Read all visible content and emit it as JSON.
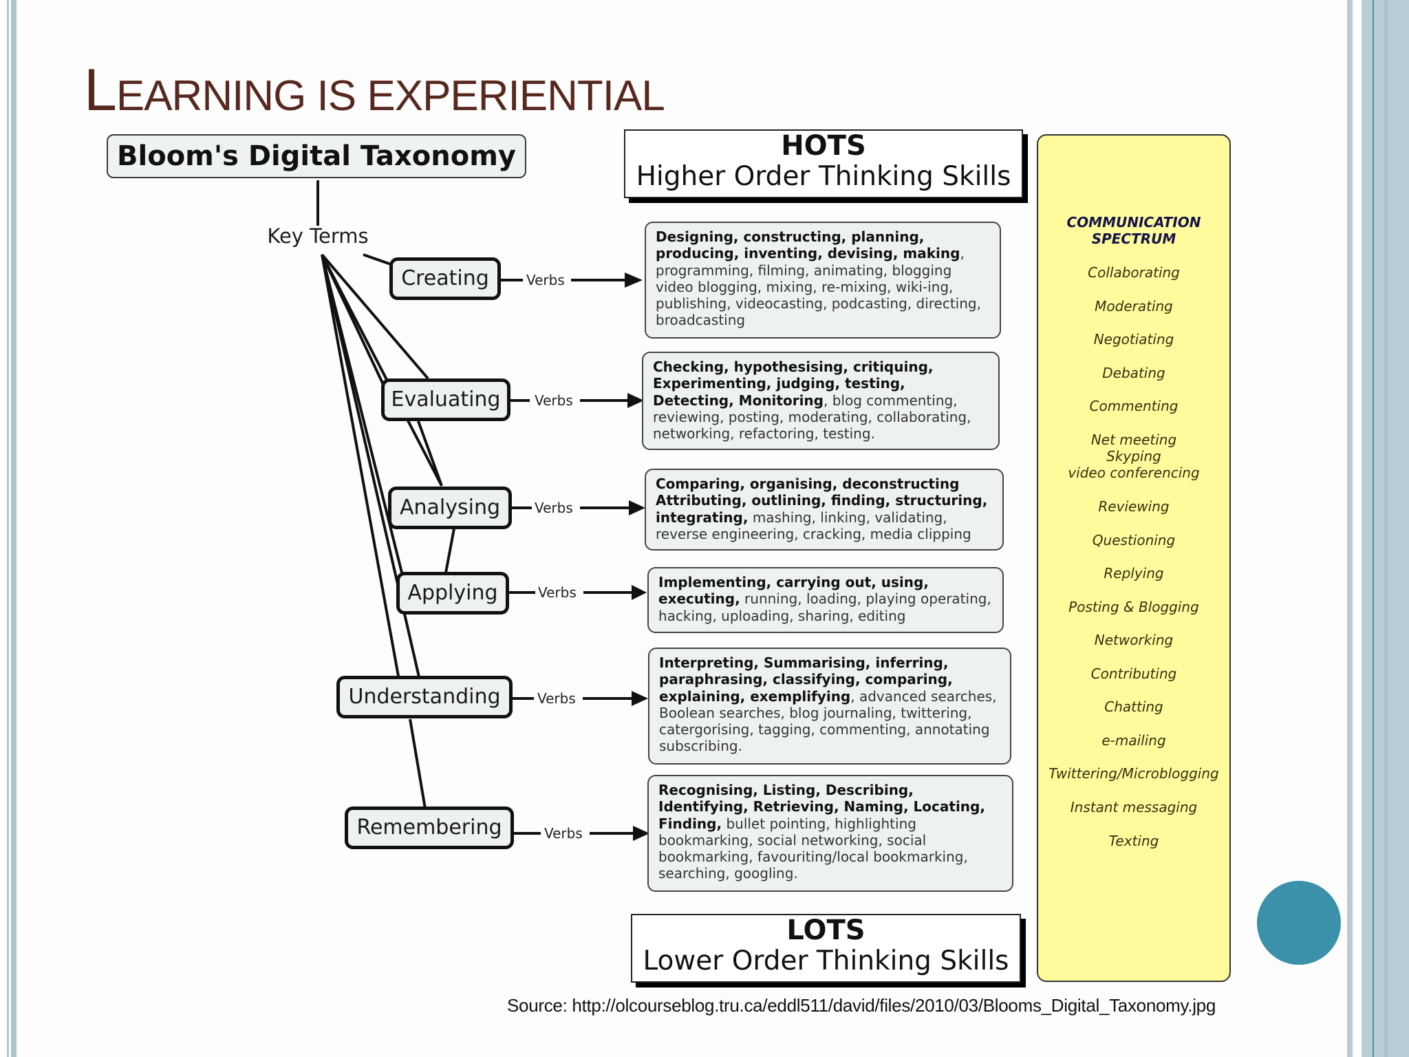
{
  "slide": {
    "title_cap": "L",
    "title_rest": "EARNING IS EXPERIENTIAL",
    "source_text": "Source: http://olcourseblog.tru.ca/eddl511/david/files/2010/03/Blooms_Digital_Taxonomy.jpg",
    "accent_color": "#3a91a9",
    "title_color": "#56281e"
  },
  "diagram": {
    "title": "Bloom's Digital Taxonomy",
    "key_terms": "Key Terms",
    "verbs_label": "Verbs",
    "hots": {
      "abbr": "HOTS",
      "full": "Higher Order Thinking Skills"
    },
    "lots": {
      "abbr": "LOTS",
      "full": "Lower Order Thinking Skills"
    },
    "levels": [
      {
        "name": "Creating",
        "verbs_bold": "Designing, constructing, planning, producing, inventing, devising, making",
        "verbs_rest": ", programming, filming, animating, blogging video blogging, mixing, re-mixing, wiki-ing, publishing, videocasting, podcasting, directing, broadcasting"
      },
      {
        "name": "Evaluating",
        "verbs_bold": "Checking, hypothesising, critiquing, Experimenting, judging, testing, Detecting, Monitoring",
        "verbs_rest": ", blog commenting, reviewing, posting, moderating, collaborating, networking, refactoring, testing."
      },
      {
        "name": "Analysing",
        "verbs_bold": "Comparing, organising, deconstructing Attributing, outlining, finding, structuring, integrating,",
        "verbs_rest": " mashing, linking, validating, reverse engineering, cracking, media clipping"
      },
      {
        "name": "Applying",
        "verbs_bold": "Implementing, carrying out, using, executing,",
        "verbs_rest": " running, loading, playing operating, hacking, uploading, sharing, editing"
      },
      {
        "name": "Understanding",
        "verbs_bold": "Interpreting, Summarising, inferring, paraphrasing, classifying, comparing, explaining, exemplifying",
        "verbs_rest": ", advanced searches, Boolean searches, blog journaling, twittering, catergorising, tagging, commenting, annotating subscribing."
      },
      {
        "name": "Remembering",
        "verbs_bold": "Recognising, Listing, Describing, Identifying, Retrieving, Naming, Locating, Finding,",
        "verbs_rest": " bullet pointing, highlighting bookmarking, social networking, social bookmarking, favouriting/local bookmarking, searching, googling."
      }
    ],
    "communication_spectrum": {
      "heading_line1": "COMMUNICATION",
      "heading_line2": "SPECTRUM",
      "items": [
        "Collaborating",
        "Moderating",
        "Negotiating",
        "Debating",
        "Commenting",
        "Net meeting",
        "Skyping",
        "video conferencing",
        "Reviewing",
        "Questioning",
        "Replying",
        "Posting & Blogging",
        "Networking",
        "Contributing",
        "Chatting",
        "e-mailing",
        "Twittering/Microblogging",
        "Instant messaging",
        "Texting"
      ]
    }
  }
}
